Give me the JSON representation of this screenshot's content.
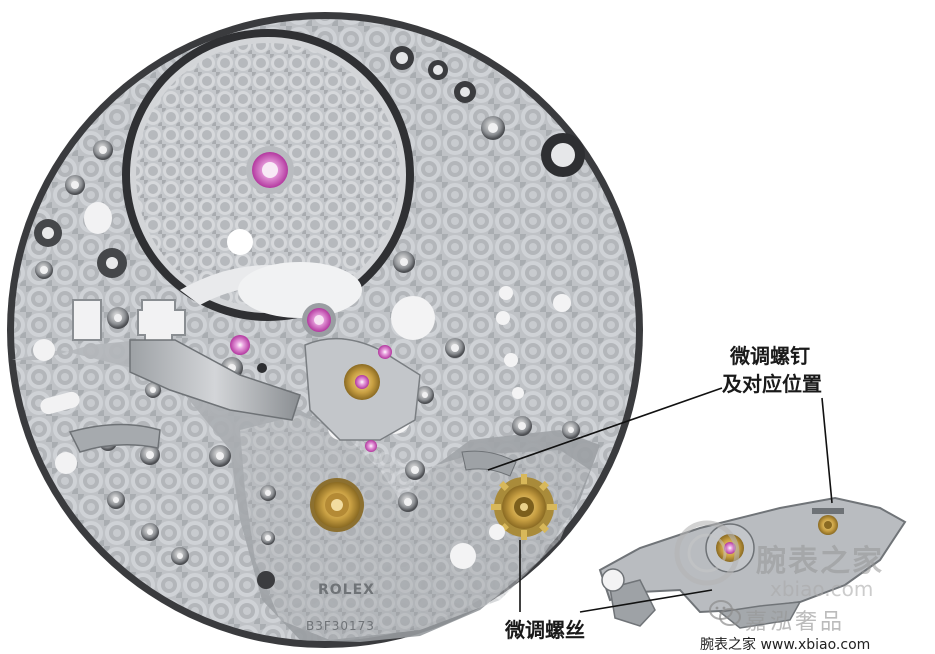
{
  "callouts": {
    "screw_line1": "微调螺钉",
    "screw_line2": "及对应位置",
    "fine_screw": "微调螺丝"
  },
  "plate_engraving": {
    "brand": "ROLEX",
    "number": "B3F30173"
  },
  "watermark": {
    "brand": "腕表之家",
    "domain": "xbiao.com",
    "account": "嘉泓奢品"
  },
  "footer": {
    "credit": "腕表之家 www.xbiao.com"
  },
  "colors": {
    "plate": "#b9bcc0",
    "plate_dark": "#8e9297",
    "rim": "#3a3b3e",
    "ruby": "#d966c9",
    "gold": "#c9a043",
    "line": "#111111"
  }
}
